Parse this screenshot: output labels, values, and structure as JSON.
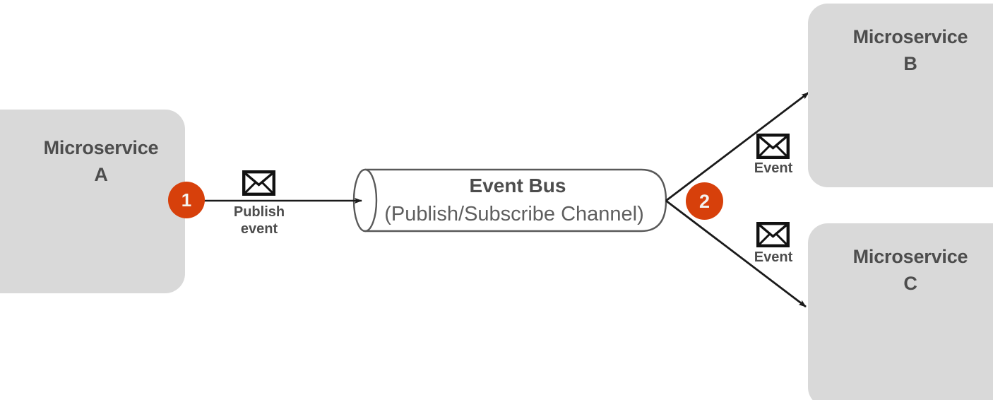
{
  "diagram": {
    "title": "Event Bus Publish/Subscribe Channel",
    "colors": {
      "box_fill": "#D9D9D9",
      "badge_fill": "#D7400B",
      "badge_text": "#F4F2EF",
      "text_dark": "#4D4D4D",
      "text_muted": "#5E5E5E",
      "stroke": "#1A1A1A",
      "cylinder_stroke": "#595959",
      "background": "#FFFFFF"
    },
    "services": [
      {
        "id": "a",
        "name": "Microservice\nA",
        "role": "publisher"
      },
      {
        "id": "b",
        "name": "Microservice\nB",
        "role": "subscriber"
      },
      {
        "id": "c",
        "name": "Microservice\nC",
        "role": "subscriber"
      }
    ],
    "bus": {
      "title": "Event Bus",
      "subtitle": "(Publish/Subscribe Channel)",
      "shape": "cylinder"
    },
    "steps": [
      {
        "number": "1",
        "meaning": "publish"
      },
      {
        "number": "2",
        "meaning": "deliver-to-subscribers"
      }
    ],
    "flows": [
      {
        "id": "publish",
        "label": "Publish\nevent",
        "icon": "envelope-icon",
        "from": "Microservice A",
        "to": "Event Bus"
      },
      {
        "id": "deliver-b",
        "label": "Event",
        "icon": "envelope-icon",
        "from": "Event Bus",
        "to": "Microservice B"
      },
      {
        "id": "deliver-c",
        "label": "Event",
        "icon": "envelope-icon",
        "from": "Event Bus",
        "to": "Microservice C"
      }
    ]
  }
}
